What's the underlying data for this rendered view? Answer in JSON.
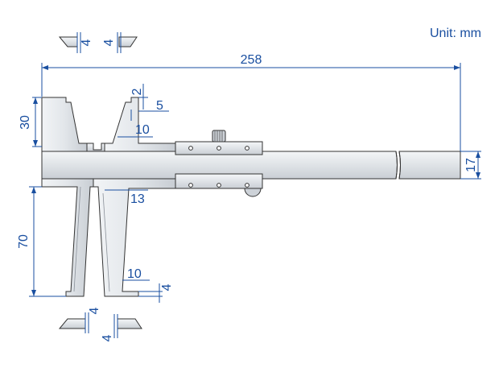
{
  "unit_label": "Unit: mm",
  "dimensions": {
    "total_length": "258",
    "upper_jaw_depth": "30",
    "lower_jaw_depth": "70",
    "beam_height": "17",
    "upper_tip_top": "2",
    "upper_tip_width": "5",
    "upper_jaw_width": "10",
    "lower_gap": "13",
    "lower_tip_width": "10",
    "lower_tip_height": "4",
    "detail_top_left": "4",
    "detail_top_right": "4",
    "detail_bottom_left": "4",
    "detail_bottom_right": "4"
  },
  "colors": {
    "dimension": "#1a4fa0",
    "outline": "#333333",
    "metal_light": "#eef0f3",
    "metal_mid": "#d9dde2",
    "metal_dark": "#b8bec6"
  }
}
